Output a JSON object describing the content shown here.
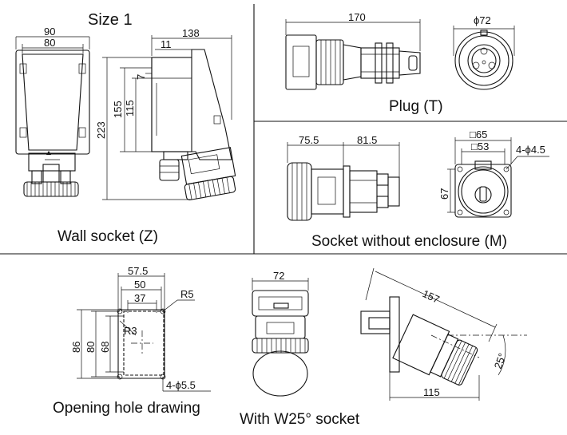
{
  "captions": {
    "size": "Size 1",
    "wall_socket": "Wall socket (Z)",
    "plug": "Plug (T)",
    "socket_no_enclosure": "Socket without enclosure (M)",
    "opening_hole": "Opening hole drawing",
    "w25_socket": "With W25° socket"
  },
  "dims": {
    "wall_90": "90",
    "wall_80": "80",
    "wall_138": "138",
    "wall_11": "11",
    "wall_223": "223",
    "wall_155": "155",
    "wall_115": "115",
    "wall_7": "7",
    "plug_170": "170",
    "plug_phi72": "ϕ72",
    "m_75_5": "75.5",
    "m_81_5": "81.5",
    "m_sq65": "□65",
    "m_sq53": "□53",
    "m_holes": "4-ϕ4.5",
    "m_67": "67",
    "hole_57_5": "57.5",
    "hole_50": "50",
    "hole_37": "37",
    "hole_R5": "R5",
    "hole_R3": "R3",
    "hole_86": "86",
    "hole_80": "80",
    "hole_68": "68",
    "hole_holes": "4-ϕ5.5",
    "w25_72": "72",
    "w25_157": "157",
    "w25_25deg": "25°",
    "w25_115": "115"
  }
}
